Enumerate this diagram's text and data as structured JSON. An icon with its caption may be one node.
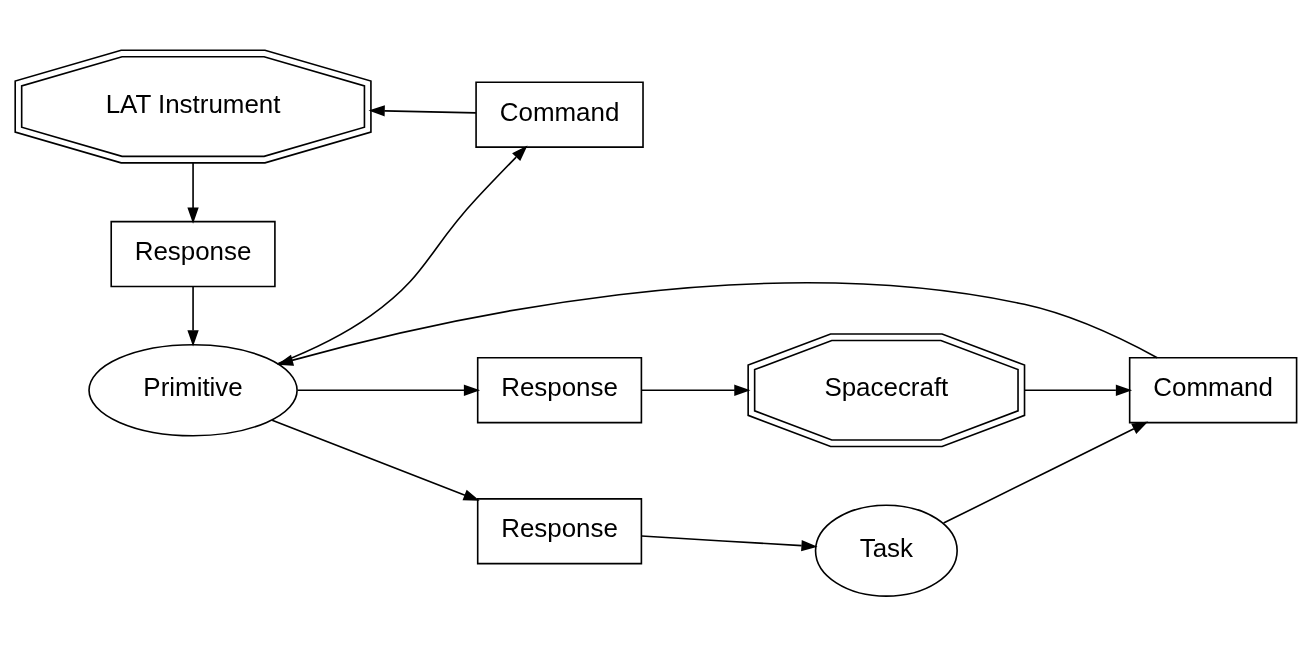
{
  "diagram": {
    "nodes": [
      {
        "text": [
          "LAT Instrument"
        ]
      },
      {
        "text": [
          "Command"
        ]
      },
      {
        "text": [
          "Response"
        ]
      },
      {
        "text": [
          "Spacecraft"
        ]
      },
      {
        "text": [
          "Response"
        ]
      },
      {
        "text": [
          "Command"
        ]
      },
      {
        "text": [
          "Primitive"
        ]
      },
      {
        "text": [
          "Task"
        ]
      },
      {
        "text": [
          "Response"
        ]
      }
    ],
    "edges": [
      {
        "from": 0,
        "to": 2,
        "arrow": "to"
      },
      {
        "from": 1,
        "to": 0,
        "arrow": "to"
      },
      {
        "from": 2,
        "to": 6,
        "arrow": "to"
      },
      {
        "from": 6,
        "to": 1,
        "arrow": "to"
      },
      {
        "from": 4,
        "to": 3,
        "arrow": "to"
      },
      {
        "from": 3,
        "to": 5,
        "arrow": "to"
      },
      {
        "from": 5,
        "to": 6,
        "arrow": "to"
      },
      {
        "from": 6,
        "to": 4,
        "arrow": "to"
      },
      {
        "from": 6,
        "to": 8,
        "arrow": "to"
      },
      {
        "from": 7,
        "to": 5,
        "arrow": "to"
      },
      {
        "from": 8,
        "to": 7,
        "arrow": "to"
      }
    ]
  }
}
